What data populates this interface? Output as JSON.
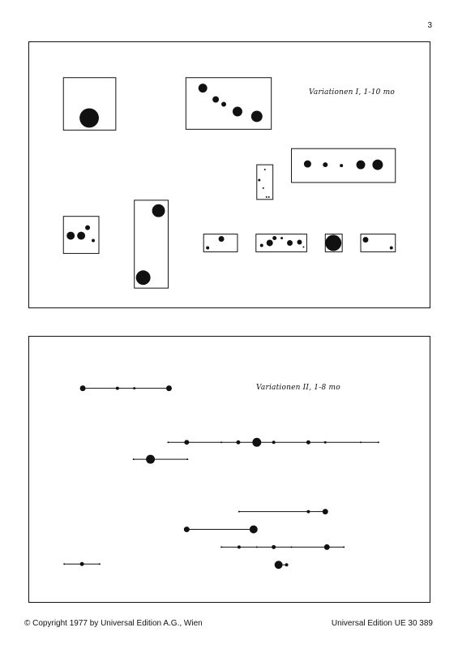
{
  "page": {
    "number": "3"
  },
  "panels": [
    {
      "title": "Variationen I, 1-10  mo"
    },
    {
      "title": "Variationen II, 1-8      mo"
    }
  ],
  "footer": {
    "copyright": "© Copyright 1977 by Universal Edition A.G., Wien",
    "edition": "Universal Edition UE 30 389"
  },
  "colors": {
    "ink": "#111111",
    "paper": "#ffffff"
  }
}
